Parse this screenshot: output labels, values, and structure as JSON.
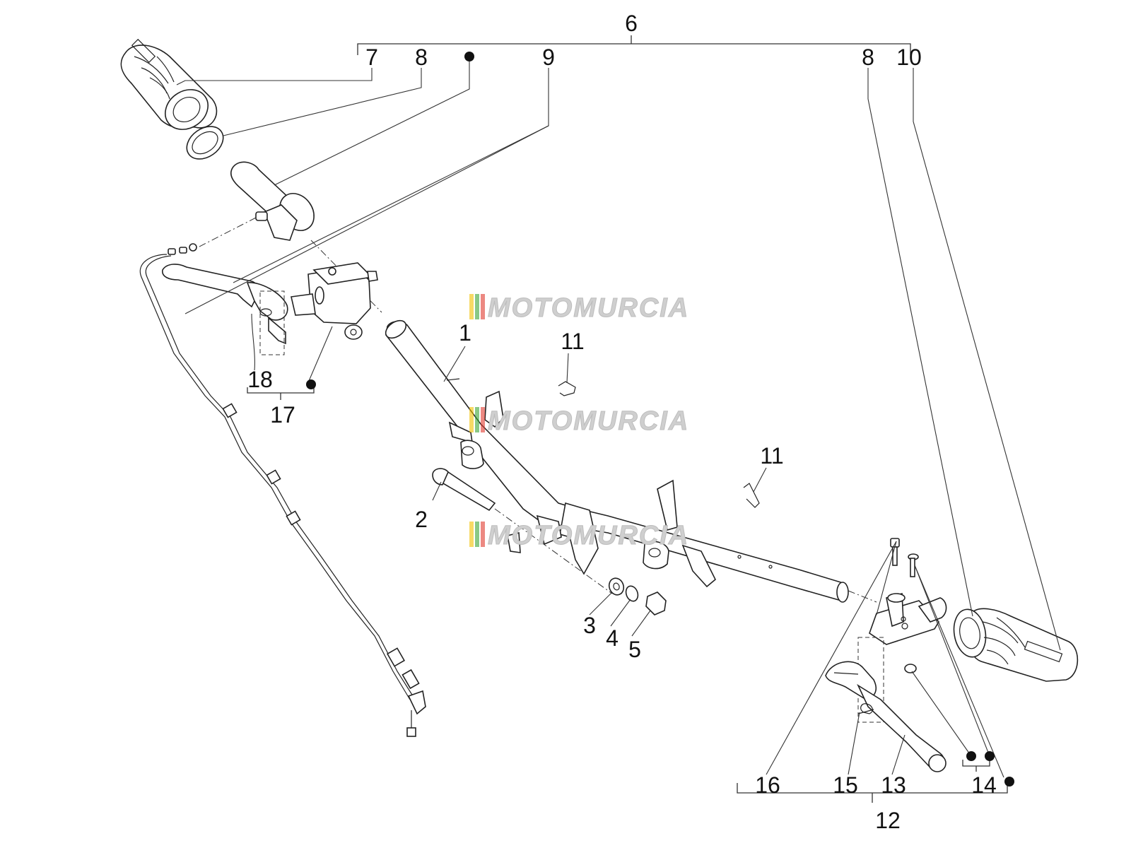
{
  "callouts": {
    "c1": "1",
    "c2": "2",
    "c3": "3",
    "c4": "4",
    "c5": "5",
    "c6": "6",
    "c7": "7",
    "c8a": "8",
    "c8b": "8",
    "c9": "9",
    "c10": "10",
    "c11a": "11",
    "c11b": "11",
    "c12": "12",
    "c13": "13",
    "c14": "14",
    "c15": "15",
    "c16": "16",
    "c17": "17",
    "c18": "18"
  },
  "watermark": {
    "text": "MOTOMURCIA",
    "stripe_colors": [
      "#f2c200",
      "#3aa335",
      "#e03a2f"
    ]
  },
  "colors": {
    "line": "#222222",
    "text": "#111111",
    "watermark": "#cfcfcf"
  }
}
